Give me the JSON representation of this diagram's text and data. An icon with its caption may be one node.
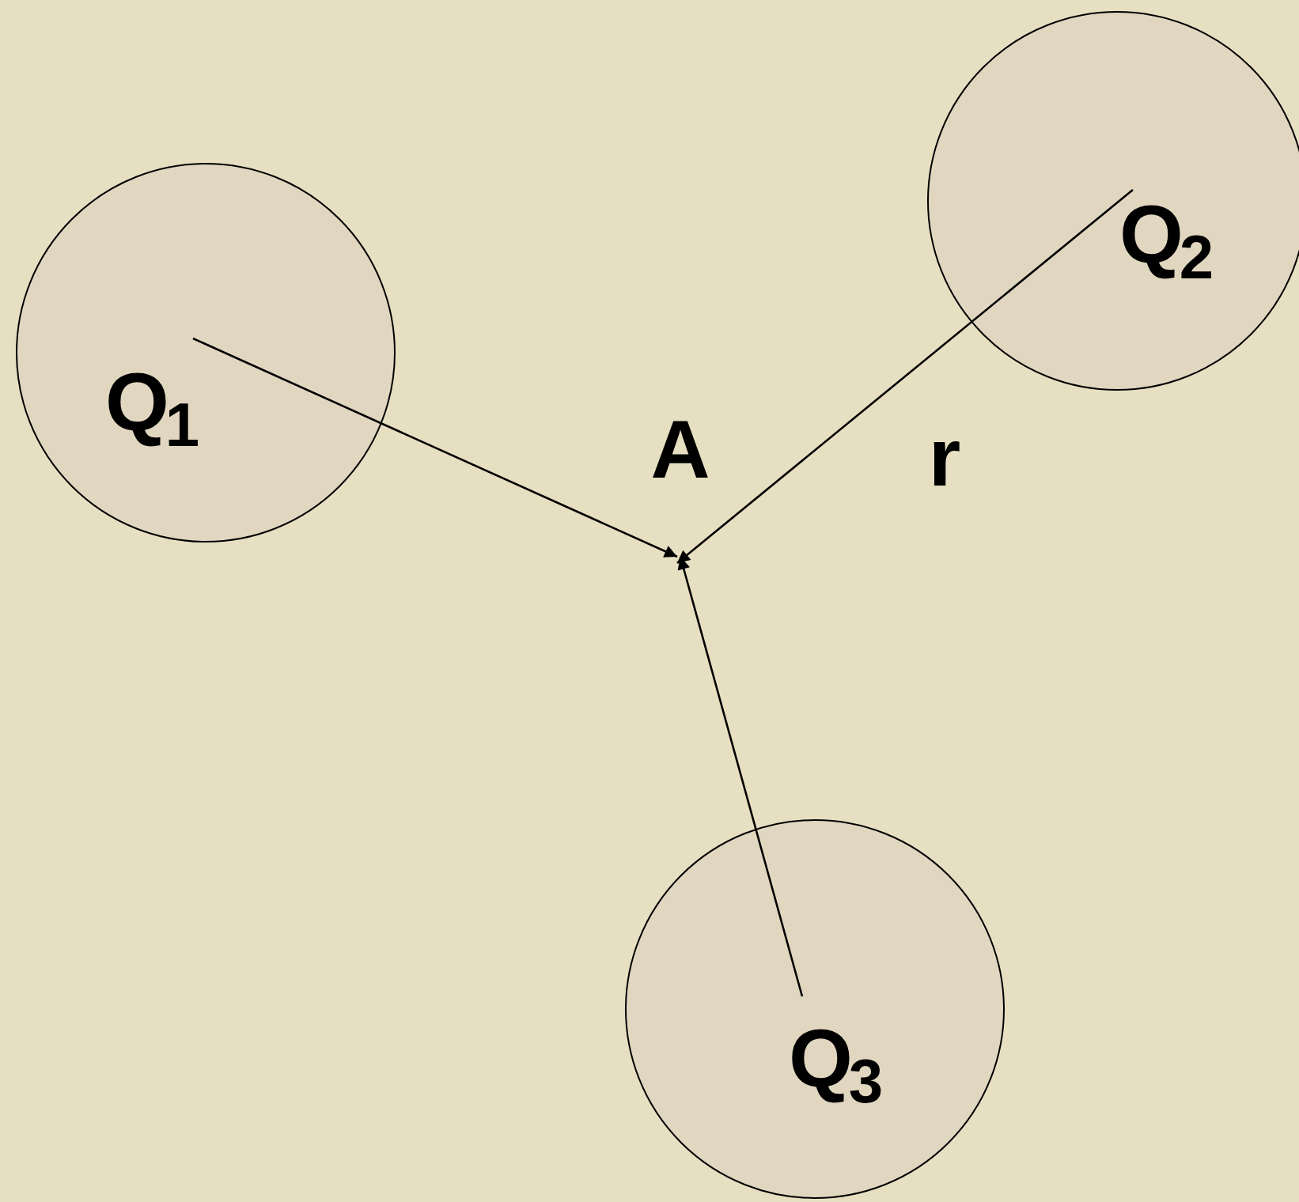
{
  "diagram": {
    "nodes": [
      {
        "text": [
          "Q$_{1}$"
        ]
      },
      {
        "text": [
          "Q$_{2}$"
        ]
      },
      {
        "text": [
          "Q$_{3}$"
        ]
      }
    ],
    "edges": [
      {
        "from": 0,
        "to": null,
        "arrow": "to"
      },
      {
        "from": 1,
        "to": null,
        "arrow": "to"
      },
      {
        "from": 2,
        "to": null,
        "arrow": "to"
      }
    ],
    "labels": [
      "A",
      "r"
    ]
  }
}
